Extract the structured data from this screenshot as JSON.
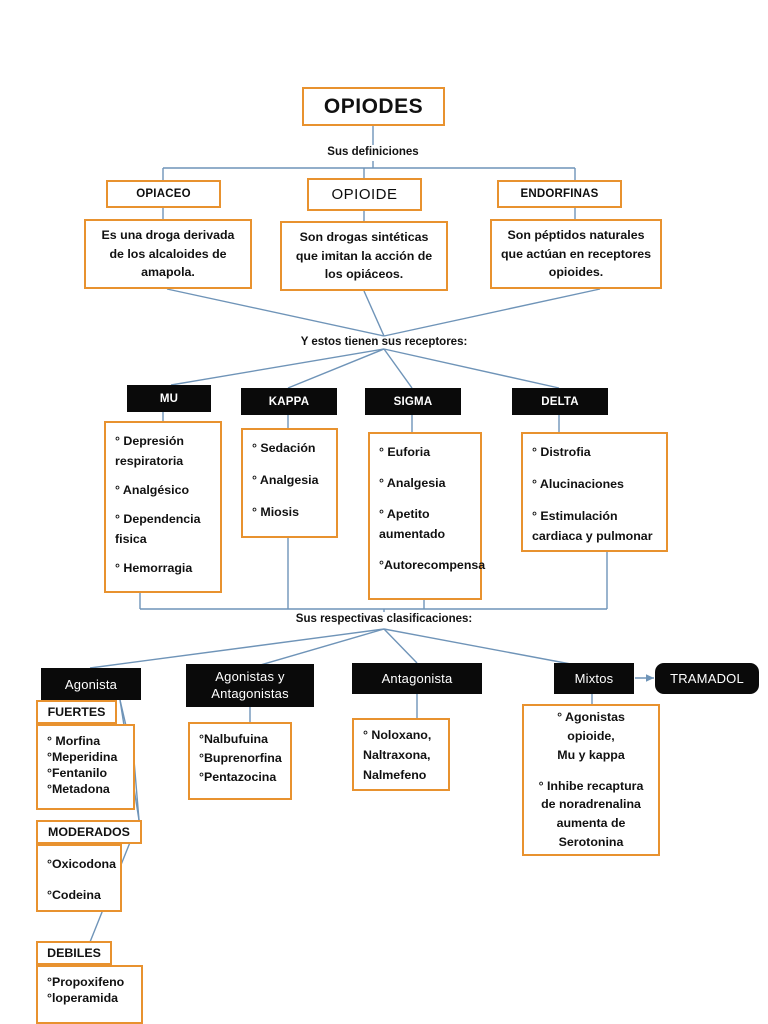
{
  "diagram": {
    "title": "OPIODES",
    "accent_color": "#E8922F",
    "node_fill_color": "#0a0a0a",
    "line_color": "#6f94b8",
    "background": "#ffffff",
    "connector_labels": {
      "definitions": "Sus definiciones",
      "receptors": "Y estos tienen sus receptores:",
      "classifications": "Sus respectivas clasificaciones:"
    },
    "definitions": [
      {
        "heading": "OPIACEO",
        "lines": [
          "Es una droga derivada",
          "de los alcaloides de",
          "amapola."
        ]
      },
      {
        "heading": "OPIOIDE",
        "lines": [
          "Son drogas sintéticas",
          "que imitan la acción de",
          "los opiáceos."
        ]
      },
      {
        "heading": "ENDORFINAS",
        "lines": [
          "Son péptidos naturales",
          "que actúan en receptores",
          "opioides."
        ]
      }
    ],
    "receptors": [
      {
        "heading": "MU",
        "items": [
          "° Depresión respiratoria",
          " ° Analgésico",
          "° Dependencia fisica",
          "° Hemorragia"
        ]
      },
      {
        "heading": "KAPPA",
        "items": [
          "° Sedación",
          "° Analgesia",
          "° Miosis"
        ]
      },
      {
        "heading": "SIGMA",
        "items": [
          "° Euforia",
          "° Analgesia",
          "° Apetito aumentado",
          "°Autorecompensa"
        ]
      },
      {
        "heading": "DELTA",
        "items": [
          "° Distrofia",
          "° Alucinaciones",
          "° Estimulación cardiaca y pulmonar"
        ]
      }
    ],
    "classifications": [
      {
        "heading": "Agonista",
        "subgroups": [
          {
            "label": "FUERTES",
            "items": [
              "° Morfina",
              "°Meperidina",
              "°Fentanilo",
              "°Metadona"
            ]
          },
          {
            "label": "MODERADOS",
            "items": [
              "°Oxicodona",
              "°Codeina"
            ]
          },
          {
            "label": "DEBILES",
            "items": [
              "°Propoxifeno",
              "°loperamida"
            ]
          }
        ]
      },
      {
        "heading": "Agonistas y Antagonistas",
        "items": [
          "°Nalbufuina",
          "°Buprenorfina",
          "°Pentazocina"
        ]
      },
      {
        "heading": "Antagonista",
        "items": [
          "° Noloxano,",
          "Naltraxona,",
          "Nalmefeno"
        ]
      },
      {
        "heading": "Mixtos",
        "lines": [
          "° Agonistas opioide,",
          "Mu y kappa",
          "",
          "° Inhibe recaptura",
          "de noradrenalina",
          "aumenta de",
          "Serotonina"
        ]
      }
    ],
    "drug": {
      "heading": "TRAMADOL"
    }
  }
}
